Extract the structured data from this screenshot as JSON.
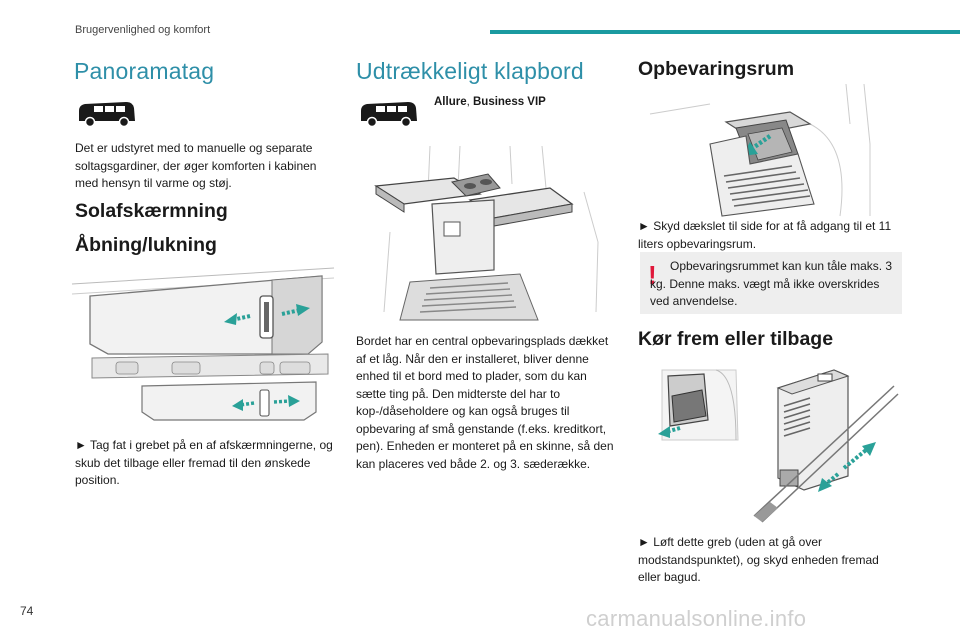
{
  "header": {
    "section_title": "Brugervenlighed og komfort",
    "accent_color": "#1a9aa0"
  },
  "col1": {
    "heading": "Panoramatag",
    "intro": "Det er udstyret med to manuelle og separate solt­agsgardiner, der øger komforten i kabinen med hensyn til varme og støj.",
    "subheading1": "Solafskærmning",
    "subheading2": "Åbning/lukning",
    "instruction": "►  Tag fat i grebet på en af afskærmningerne, og skub det tilbage eller fremad til den ønskede position."
  },
  "col2": {
    "heading": "Udtrækkeligt klapbord",
    "trim_a": "Allure",
    "trim_sep": ", ",
    "trim_b": "Business VIP",
    "body": "Bordet har en central opbevaringsplads dækket af et låg. Når den er installeret, bliver denne enhed til et bord med to plader, som du kan sætte ting på. Den midterste del har to kop-/dåseholdere og kan også bruges til opbevaring af små genstande (f.eks. kreditkort, pen). Enheden er monteret på en skinne, så den kan placeres ved både 2. og 3. sæderække."
  },
  "col3": {
    "heading1": "Opbevaringsrum",
    "instruction1": "►  Skyd dækslet til side for at få adgang til et 11 liters opbevaringsrum.",
    "warning_mark": "!",
    "warning": "Opbevaringsrummet kan kun tåle maks. 3 kg. Denne maks. vægt må ikke overskrides ved anvendelse.",
    "warning_color": "#e0183a",
    "heading2": "Kør frem eller tilbage",
    "instruction2": "►  Løft dette greb (uden at gå over modstandspunktet), og skyd enheden fremad eller bagud."
  },
  "footer": {
    "page_number": "74",
    "site": "carmanualsonline.info"
  },
  "icons": {
    "van_1": "van-icon",
    "van_2": "van-icon",
    "arrow_color": "#2aa198"
  }
}
